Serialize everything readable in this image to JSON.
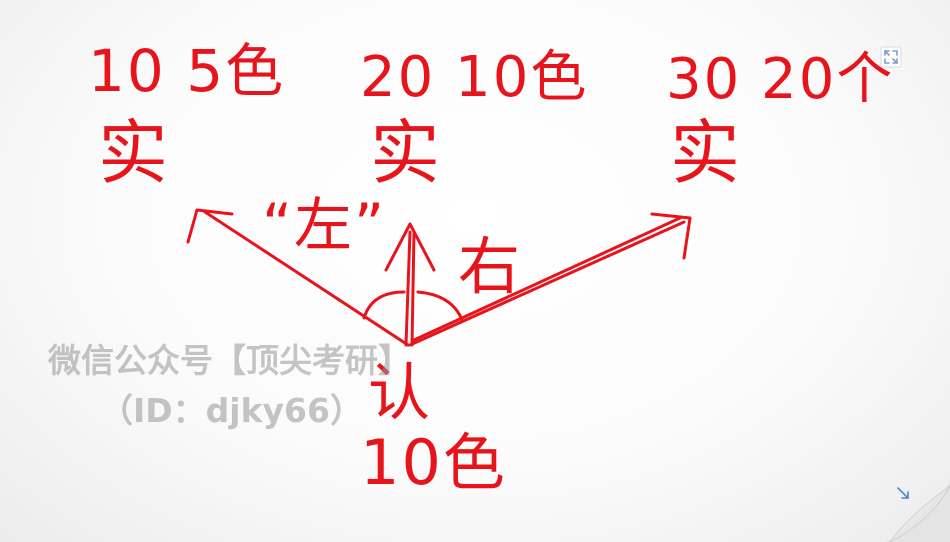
{
  "labels": {
    "left_top": "10 5色",
    "left_bottom": "实",
    "center_top": "20 10色",
    "center_bottom": "实",
    "right_top": "30 20个",
    "right_bottom": "实",
    "left_arrow": "“左”",
    "right_arrow": "右",
    "bottom_top": "认",
    "bottom_bottom": "10色"
  },
  "watermark": {
    "line1": "微信公众号【顶尖考研】",
    "line2": "（ID：djky66）"
  },
  "colors": {
    "ink": "#e8141c",
    "watermark": "#969696"
  },
  "icons": {
    "top_right": "expand-icon",
    "bottom_right": "page-curl-icon"
  }
}
